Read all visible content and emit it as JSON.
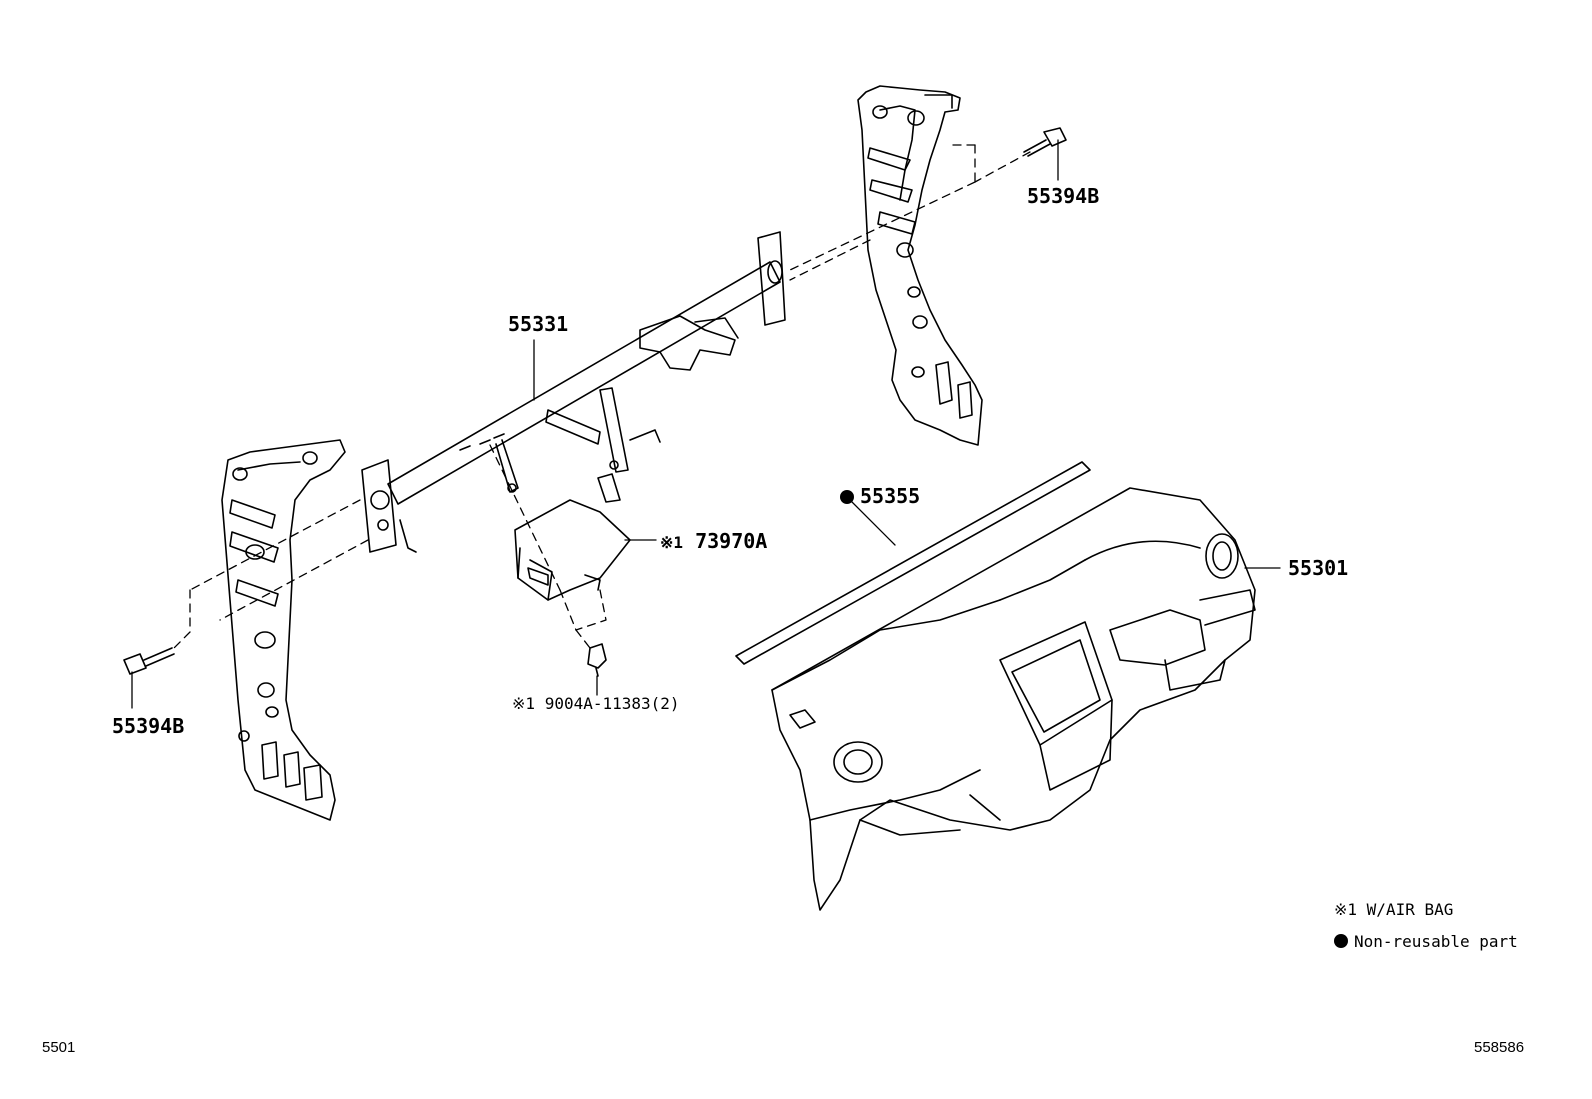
{
  "callouts": {
    "bolt_upper_right": "55394B",
    "reinforcement": "55331",
    "airbag_bracket_prefix": "※1",
    "airbag_bracket": "73970A",
    "clip_prefix": "※1",
    "clip": "9004A-11383(2)",
    "bolt_lower_left": "55394B",
    "seal": "55355",
    "panel": "55301"
  },
  "legend": {
    "note1": "※1 W/AIR BAG",
    "note2": "Non-reusable part"
  },
  "footer": {
    "left_code": "5501",
    "right_code": "558586"
  },
  "colors": {
    "line": "#000000",
    "background": "#ffffff"
  },
  "icons": {
    "non_reusable_marker": "filled-circle-icon"
  }
}
